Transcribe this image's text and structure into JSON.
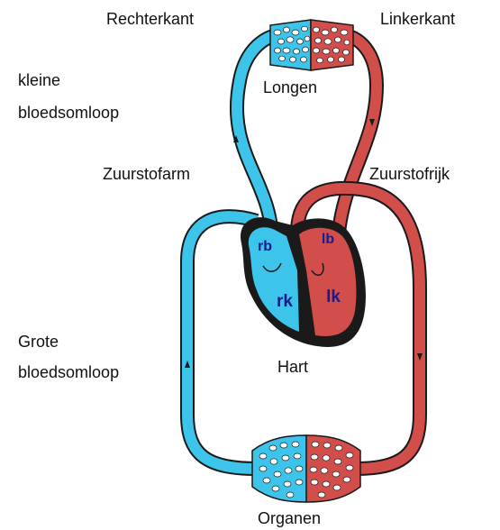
{
  "labels": {
    "right_side": "Rechterkant",
    "left_side": "Linkerkant",
    "lungs": "Longen",
    "pulmonary_circuit_line1": "kleine",
    "pulmonary_circuit_line2": "bloedsomloop",
    "oxygen_poor": "Zuurstofarm",
    "oxygen_rich": "Zuurstofrijk",
    "systemic_circuit_line1": "Grote",
    "systemic_circuit_line2": "bloedsomloop",
    "heart": "Hart",
    "organs": "Organen"
  },
  "heart_chambers": {
    "right_atrium": "rb",
    "right_ventricle": "rk",
    "left_atrium": "lb",
    "left_ventricle": "lk"
  },
  "colors": {
    "oxygen_poor": "#3cc4ea",
    "oxygen_rich": "#d24e4b",
    "outline": "#1a1a1a",
    "chamber_text": "#1c1a8c"
  }
}
